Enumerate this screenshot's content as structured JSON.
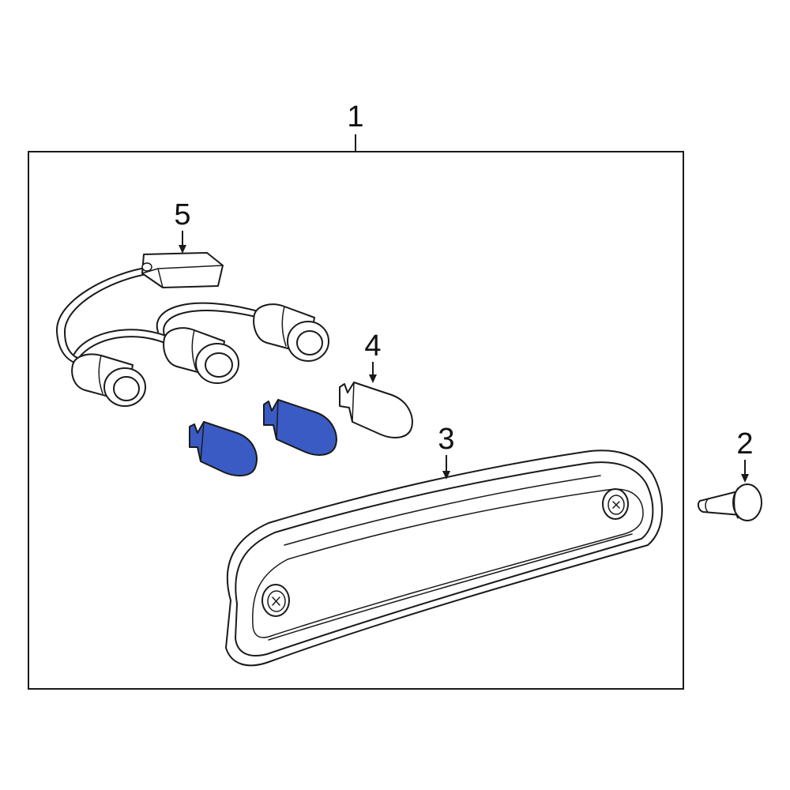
{
  "callouts": {
    "assembly": "1",
    "screw": "2",
    "lamp_housing": "3",
    "bulb_clear": "4",
    "socket_harness": "5"
  },
  "colors": {
    "blue_bulb": "#3b5bc4",
    "line": "#1a1a1a",
    "background": "#ffffff"
  }
}
